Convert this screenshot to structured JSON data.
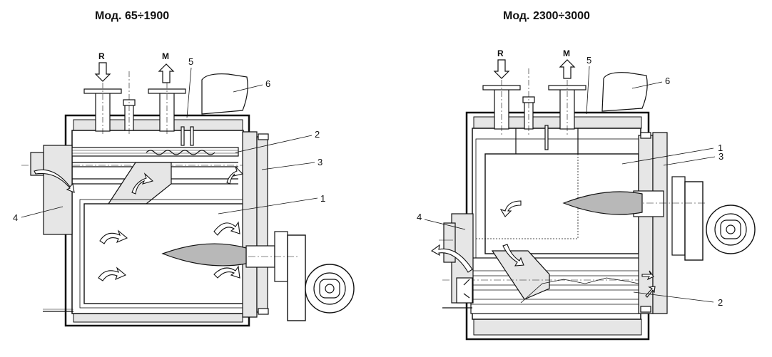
{
  "diagrams": [
    {
      "title": "Мод. 65÷1900",
      "inlet": "R",
      "outlet": "M",
      "callouts": [
        "1",
        "2",
        "3",
        "4",
        "5",
        "6"
      ]
    },
    {
      "title": "Мод. 2300÷3000",
      "inlet": "R",
      "outlet": "M",
      "callouts": [
        "1",
        "2",
        "3",
        "4",
        "5",
        "6"
      ]
    }
  ],
  "colors": {
    "line": "#111111",
    "insulation": "#e6e6e6",
    "flame": "#b8b8b8",
    "casing": "#ffffff"
  },
  "icons": [
    "arrow-down-icon",
    "arrow-up-icon",
    "flow-arrow-icon"
  ]
}
